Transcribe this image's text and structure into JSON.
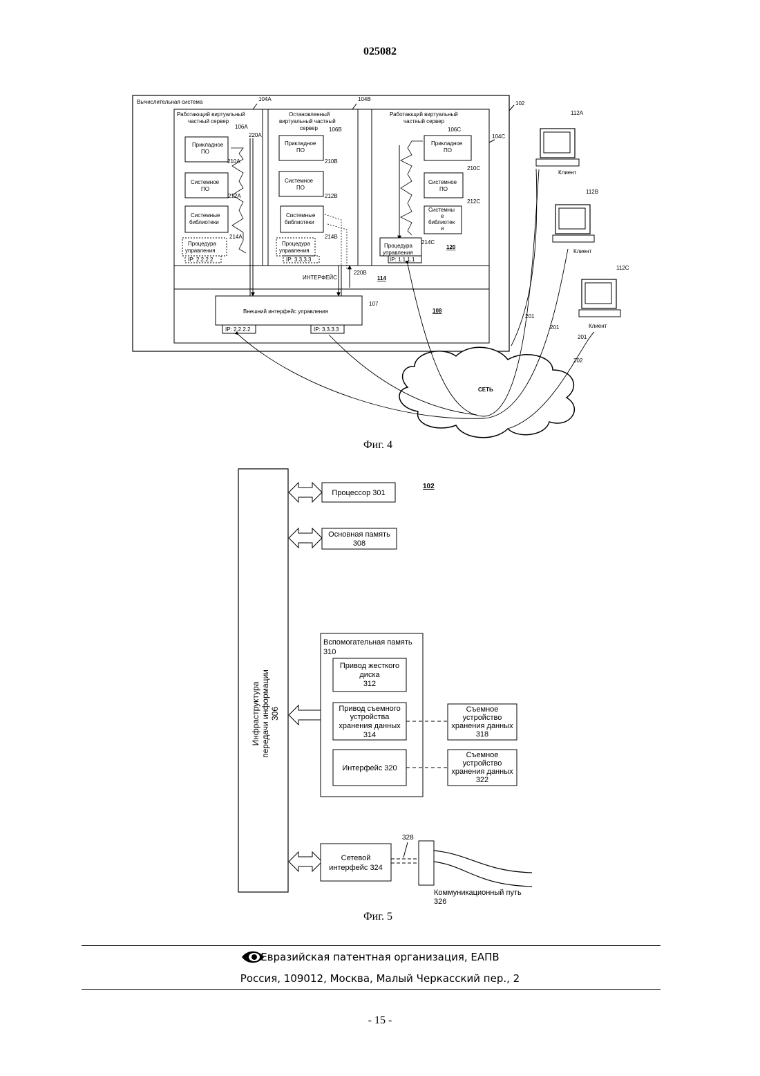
{
  "header": {
    "doc_number": "025082"
  },
  "fig4": {
    "caption": "Фиг. 4",
    "system_label": "Вычислительная система",
    "ref_102": "102",
    "vps_a": {
      "ref": "104A",
      "title1": "Работающий виртуальный",
      "title2": "частный сервер",
      "app_ref": "106A",
      "app1": "Прикладное",
      "app2": "ПО",
      "sys_ref": "210A",
      "sys1": "Системное",
      "sys2": "ПО",
      "lib_ref": "212A",
      "lib1": "Системные",
      "lib2": "библиотеки",
      "proc_ref": "214A",
      "proc1": "Процедура",
      "proc2": "управления",
      "ip": "IP: 2.2.2.2",
      "arrow_ref": "220A"
    },
    "vps_b": {
      "ref": "104B",
      "title1": "Остановленный",
      "title2": "виртуальный частный",
      "title3": "сервер",
      "app_ref": "106B",
      "app1": "Прикладное",
      "app2": "ПО",
      "sys_ref": "210B",
      "sys1": "Системное",
      "sys2": "ПО",
      "lib_ref": "212B",
      "lib1": "Системные",
      "lib2": "библиотеки",
      "proc_ref": "214B",
      "proc1": "Процедура",
      "proc2": "управления",
      "ip": "IP: 3.3.3.3",
      "arrow_ref": "220B"
    },
    "vps_c": {
      "ref": "104C",
      "title1": "Работающий виртуальный",
      "title2": "частный сервер",
      "app_ref": "106C",
      "app1": "Прикладное",
      "app2": "ПО",
      "sys_ref": "210C",
      "sys1": "Системное",
      "sys2": "ПО",
      "lib_ref": "212C",
      "lib1": "Системны",
      "lib2": "е",
      "lib3": "библиотек",
      "lib4": "и",
      "proc_ref": "214C",
      "proc1": "Процедура",
      "proc2": "управления",
      "ip": "IP: 1.1.1.1",
      "ref_120": "120"
    },
    "interface_label": "ИНТЕРФЕЙС",
    "interface_ref": "114",
    "ext_iface": {
      "label": "Внешний интерфейс управления",
      "ref": "107",
      "ip_a": "IP: 2.2.2.2",
      "ip_b": "IP: 3.3.3.3"
    },
    "ref_108": "108",
    "clients": [
      {
        "ref": "112A",
        "label": "Клиент"
      },
      {
        "ref": "112B",
        "label": "Клиент"
      },
      {
        "ref": "112C",
        "label": "Клиент"
      }
    ],
    "link_refs": [
      "201",
      "201",
      "201",
      "202"
    ],
    "network_label": "СЕТЬ"
  },
  "fig5": {
    "caption": "Фиг. 5",
    "ref_102": "102",
    "bus_line1": "Инфраструктура",
    "bus_line2": "передачи информации",
    "bus_line3": "306",
    "processor": "Процессор 301",
    "main_mem1": "Основная память",
    "main_mem2": "308",
    "aux1": "Вспомогательная память",
    "aux2": "310",
    "hdd1": "Привод жесткого",
    "hdd2": "диска",
    "hdd3": "312",
    "rem1": "Привод съемного",
    "rem2": "устройства",
    "rem3": "хранения данных",
    "rem4": "314",
    "iface": "Интерфейс 320",
    "stor318_1": "Съемное",
    "stor318_2": "устройство",
    "stor318_3": "хранения данных",
    "stor318_4": "318",
    "stor322_1": "Съемное",
    "stor322_2": "устройство",
    "stor322_3": "хранения данных",
    "stor322_4": "322",
    "net1": "Сетевой",
    "net2": "интерфейс 324",
    "ref_328": "328",
    "path1": "Коммуникационный путь",
    "path2": "326"
  },
  "footer": {
    "org": "Евразийская патентная организация, ЕАПВ",
    "address": "Россия, 109012, Москва, Малый Черкасский пер., 2",
    "page": "- 15 -"
  }
}
